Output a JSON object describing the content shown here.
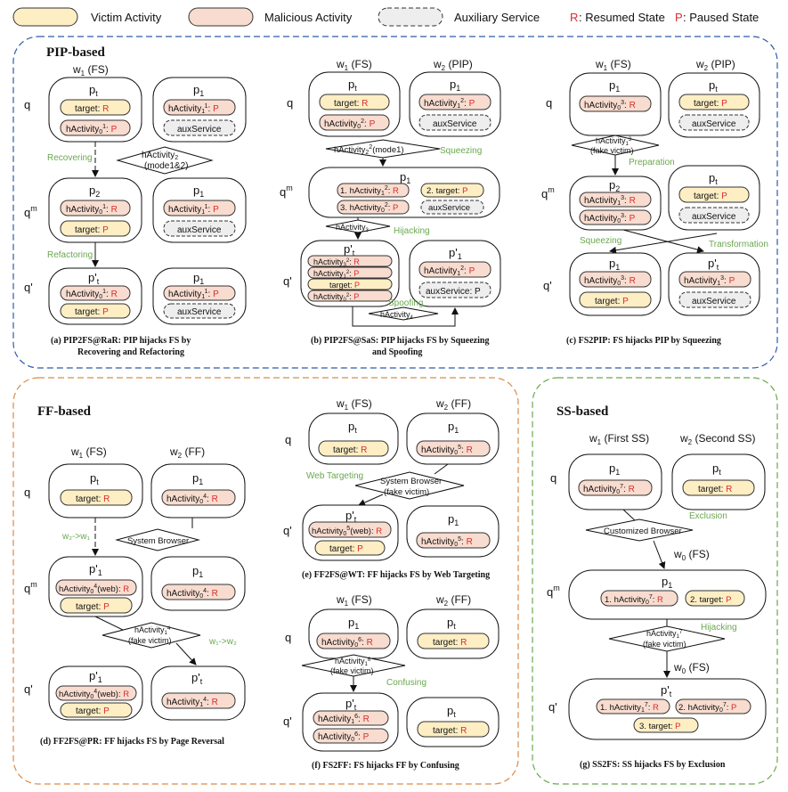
{
  "legend": {
    "victim": "Victim Activity",
    "malicious": "Malicious Activity",
    "aux": "Auxiliary Service",
    "resumed_key": "R",
    "resumed": ": Resumed State",
    "paused_key": "P",
    "paused": ": Paused State"
  },
  "colors": {
    "victim": "#fdeec4",
    "malicious": "#f8dccf",
    "aux": "#eeeeee",
    "resumed": "#d62e2e",
    "paused": "#d62e2e",
    "pip_border": "#2f5aa8",
    "ff_border": "#d98a4a",
    "ss_border": "#6aa84f",
    "annotation": "#6aa84f"
  },
  "groups": {
    "pip": "PIP-based",
    "ff": "FF-based",
    "ss": "SS-based"
  },
  "states": {
    "q": "q",
    "qm": "q",
    "qm_sup": "m",
    "qp": "q'"
  },
  "windows": {
    "w1": "w",
    "w2": "w",
    "w0": "w",
    "fs": "(FS)",
    "pip": "(PIP)",
    "ff": "(FF)",
    "first_ss": "(First SS)",
    "second_ss": "(Second SS)"
  },
  "pages": {
    "pt": "p",
    "p1": "p",
    "p2": "p"
  },
  "items": {
    "target": "target",
    "hactivity": "hActivity",
    "aux_service": "auxService",
    "aux_service_p": "auxService: P",
    "web": "(web)"
  },
  "nodes": {
    "sys_browser": "System Browser",
    "sys_browser_fake": "System Browser",
    "fake_victim": "(fake victim)",
    "customized_browser": "Customized Browser",
    "mode12": "(mode1&2)",
    "mode1": "(mode1)"
  },
  "annotations": {
    "recovering": "Recovering",
    "refactoring": "Refactoring",
    "squeezing": "Squeezing",
    "hijacking": "Hijacking",
    "spoofing": "Spoofing",
    "preparation": "Preparation",
    "transformation": "Transformation",
    "web_targeting": "Web Targeting",
    "confusing": "Confusing",
    "exclusion": "Exclusion",
    "w2_to_w1": "w₂->w₁",
    "w1_to_w2": "w₁->w₂"
  },
  "captions": {
    "a1": "(a)  PIP2FS@RaR: PIP hijacks FS by",
    "a2": "Recovering and Refactoring",
    "b1": "(b) PIP2FS@SaS: PIP hijacks FS by Squeezing",
    "b2": "and Spoofing",
    "c": "(c) FS2PIP: FS hijacks PIP by Squeezing",
    "d": "(d) FF2FS@PR: FF hijacks FS by Page Reversal",
    "e": "(e) FF2FS@WT: FF hijacks FS by Web Targeting",
    "f": "(f) FS2FF: FS hijacks FF by Confusing",
    "g": "(g) SS2FS: SS hijacks FS by Exclusion"
  }
}
